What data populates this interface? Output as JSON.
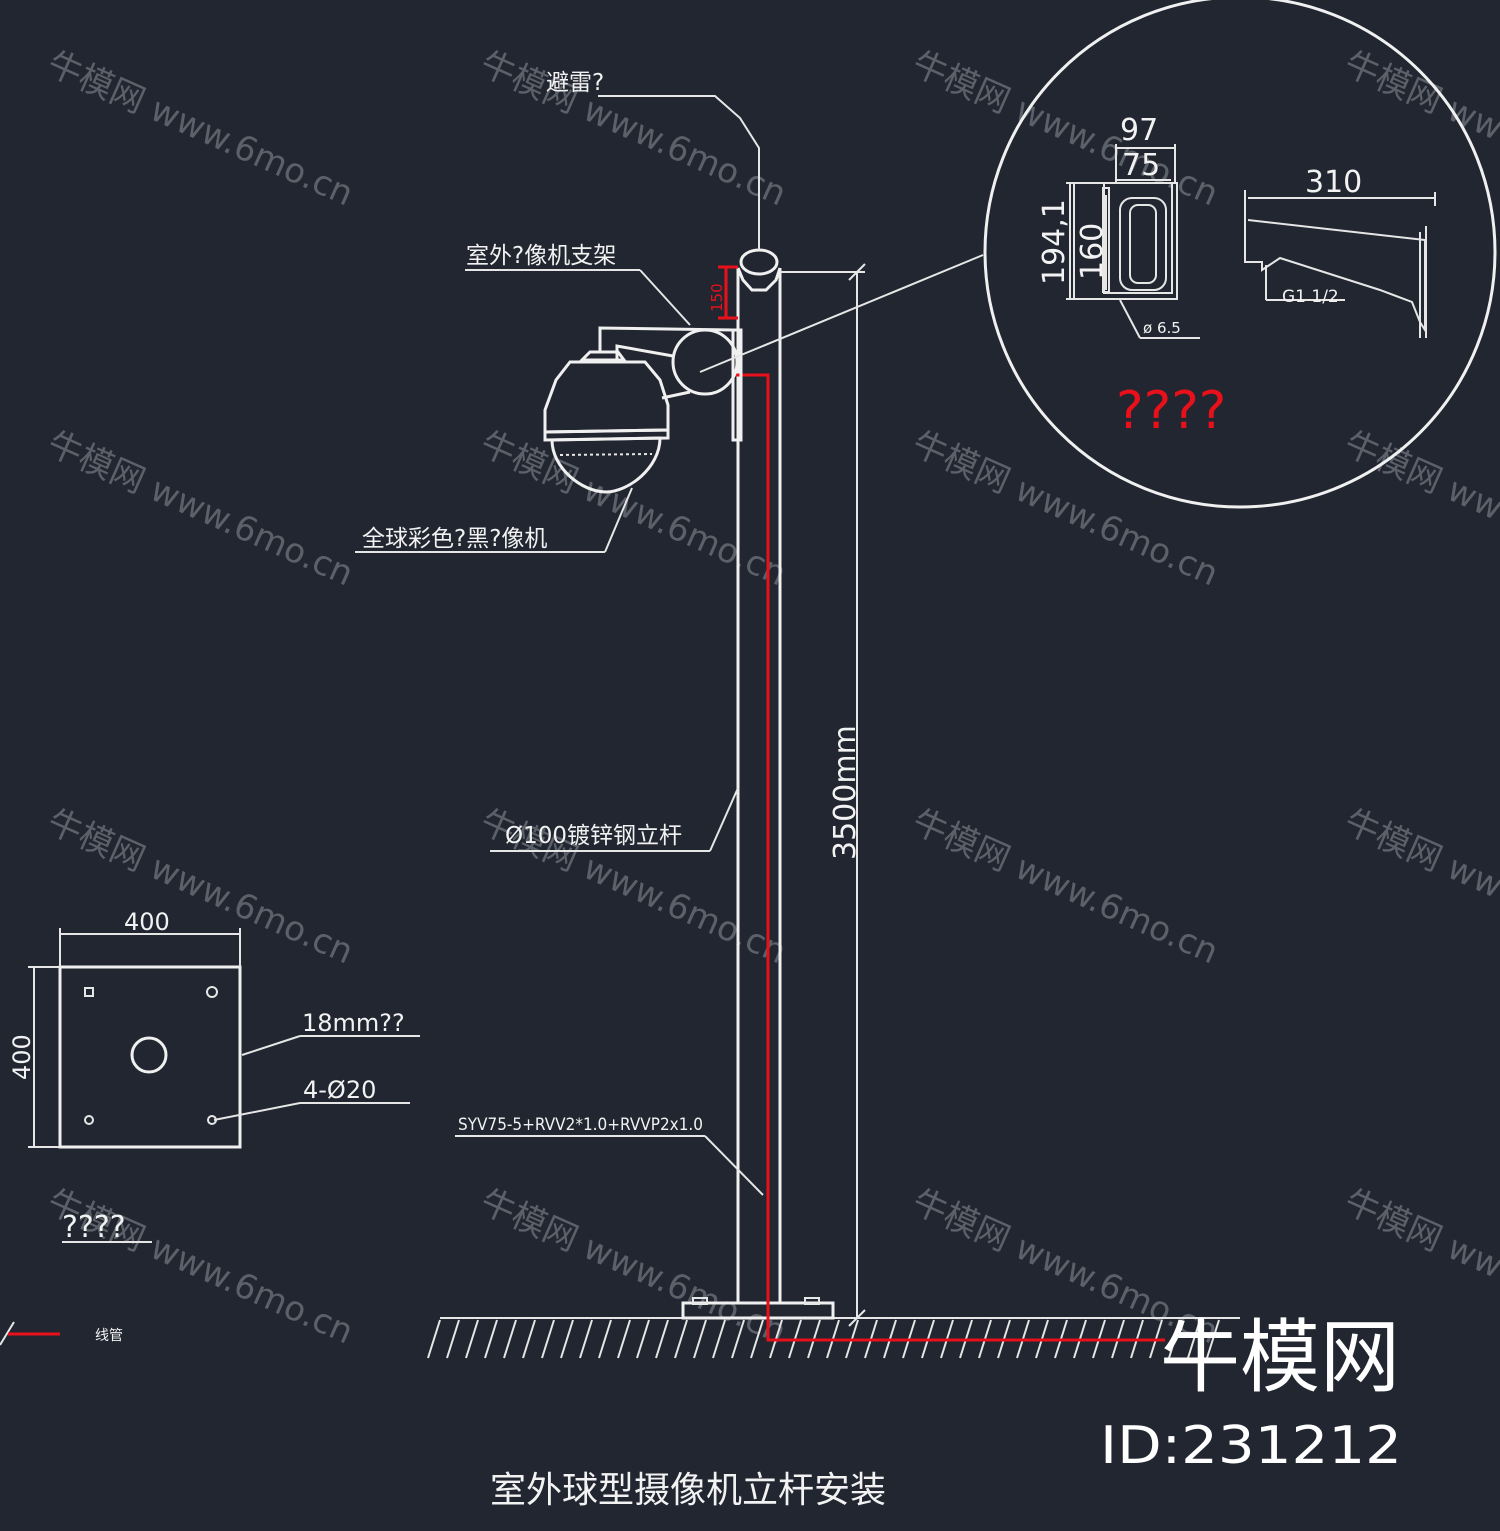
{
  "labels": {
    "lightning_rod": "避雷?",
    "bracket": "室外?像机支架",
    "camera": "全球彩色?黑?像机",
    "pole": "Ø100镀锌钢立杆",
    "height": "3500mm",
    "cable": "SYV75-5+RVV2*1.0+RVVP2x1.0",
    "title": "室外球型摄像机立杆安装",
    "red_dim": "150"
  },
  "detail": {
    "w97": "97",
    "w75": "75",
    "h194": "194,1",
    "h160": "160",
    "hole": "ø 6.5",
    "w310": "310",
    "thread": "G1 1/2",
    "caption": "????"
  },
  "base_plate": {
    "width": "400",
    "height": "400",
    "thickness": "18mm??",
    "holes": "4-Ø20",
    "caption": "????"
  },
  "legend": {
    "text": "线管"
  },
  "watermark": {
    "text": "牛模网 www.6mo.cn"
  },
  "brand": {
    "name": "牛模网",
    "id": "ID:231212"
  },
  "colors": {
    "background": "#212630",
    "line": "#e6e6e6",
    "red": "#e8101a"
  }
}
